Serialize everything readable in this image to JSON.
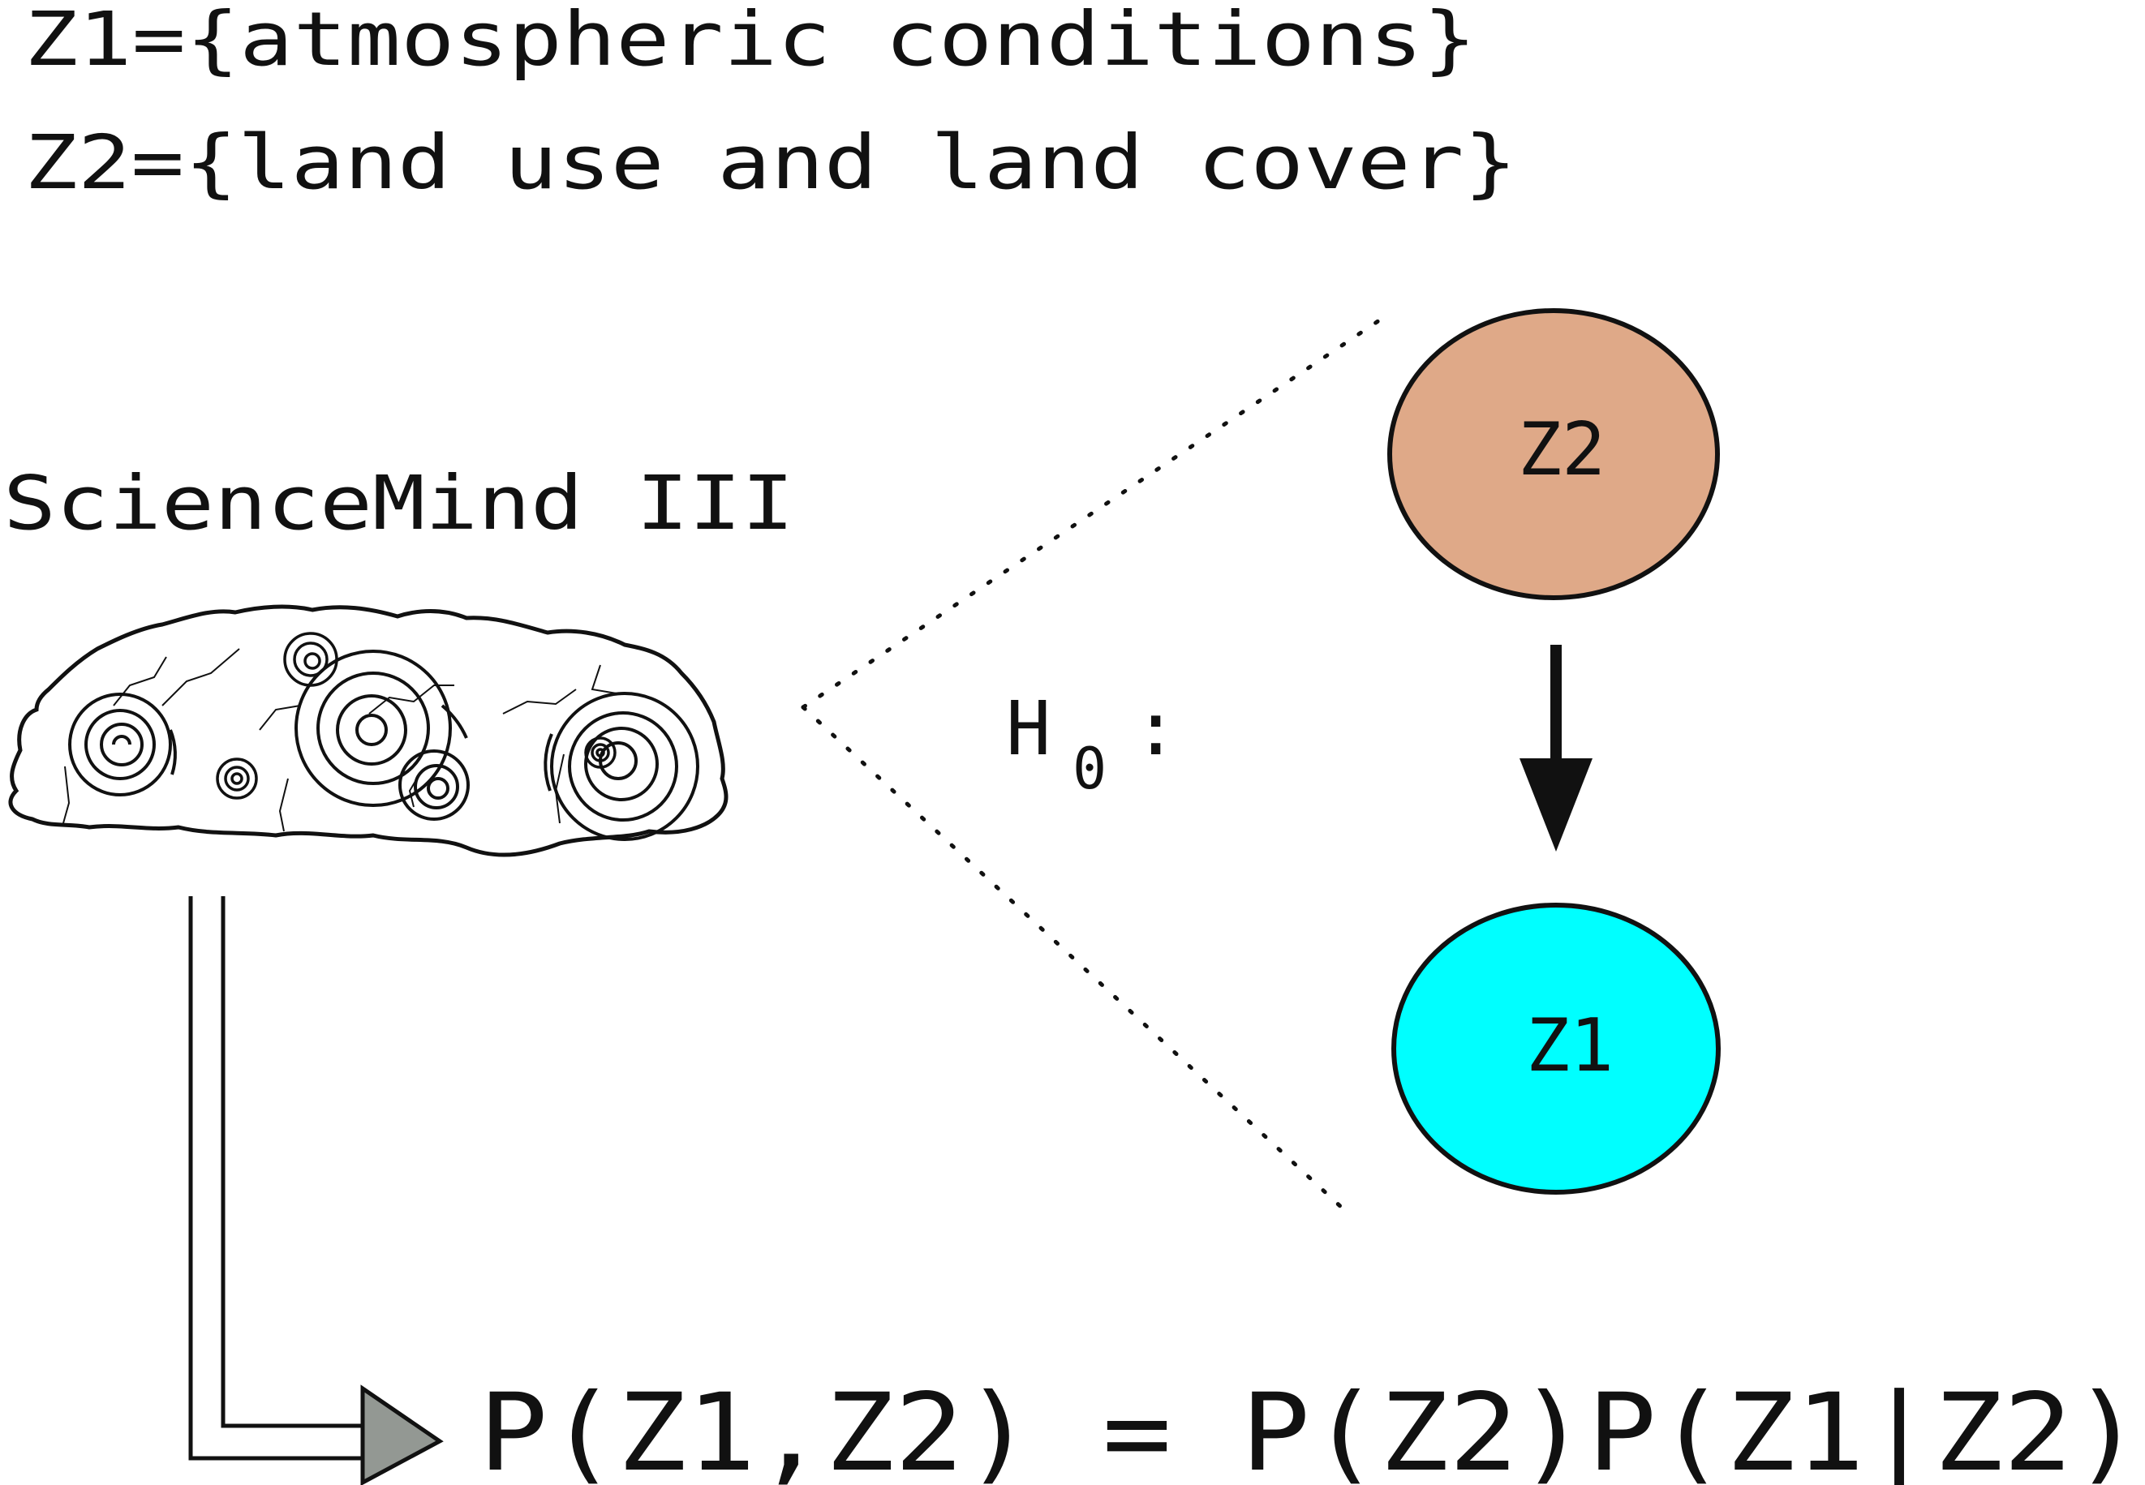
{
  "definitions": {
    "z1_line": "Z1={atmospheric conditions}",
    "z2_line": "Z2={land use and land cover}"
  },
  "system": {
    "label": "ScienceMind III"
  },
  "hypothesis": {
    "label_main": "H",
    "label_sub": "0",
    "label_colon": ":"
  },
  "nodes": {
    "z2": {
      "label": "Z2",
      "color": "#dfa988"
    },
    "z1": {
      "label": "Z1",
      "color": "#00ffff"
    }
  },
  "equation": {
    "text": "P(Z1,Z2) = P(Z2)P(Z1|Z2)"
  },
  "colors": {
    "outline": "#111111",
    "pointer_fill": "#939893"
  }
}
